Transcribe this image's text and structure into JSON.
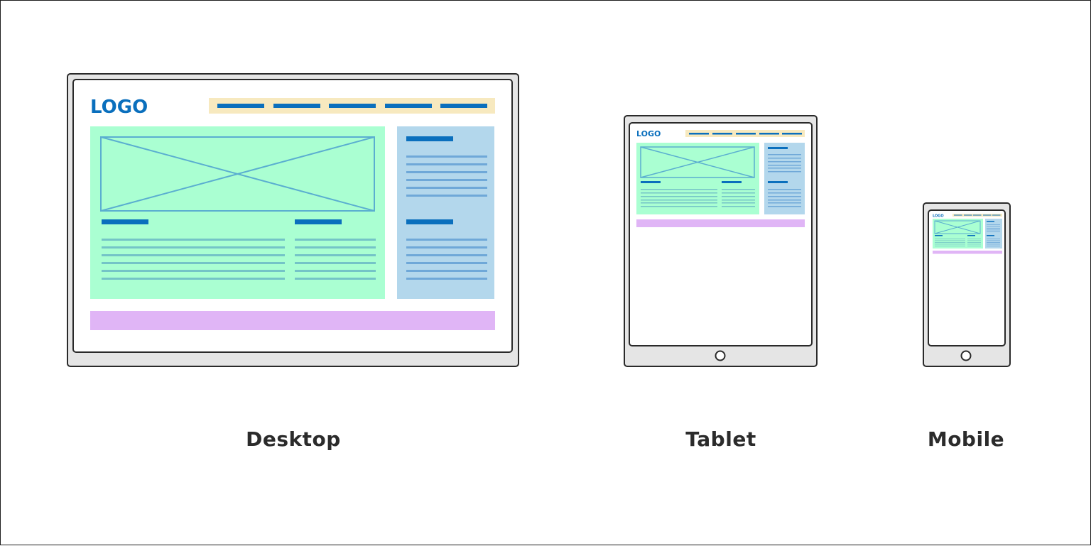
{
  "devices": {
    "desktop": {
      "label": "Desktop",
      "logo": "LOGO"
    },
    "tablet": {
      "label": "Tablet",
      "logo": "LOGO"
    },
    "mobile": {
      "label": "Mobile",
      "logo": "LOGO"
    }
  },
  "colors": {
    "frame_fill": "#e5e5e5",
    "frame_stroke": "#2a2a2a",
    "screen_fill": "#ffffff",
    "nav_bar": "#f7e9bf",
    "nav_item": "#0a6fbd",
    "content": "#aaffd2",
    "image_placeholder": "#5aaed0",
    "text_line_content": "#74c4c7",
    "sidebar": "#b3d7ec",
    "text_line_sidebar": "#6fa8d8",
    "heading_bar": "#0a6fbd",
    "footer": "#e0b5f6",
    "logo": "#0a6fbd"
  }
}
